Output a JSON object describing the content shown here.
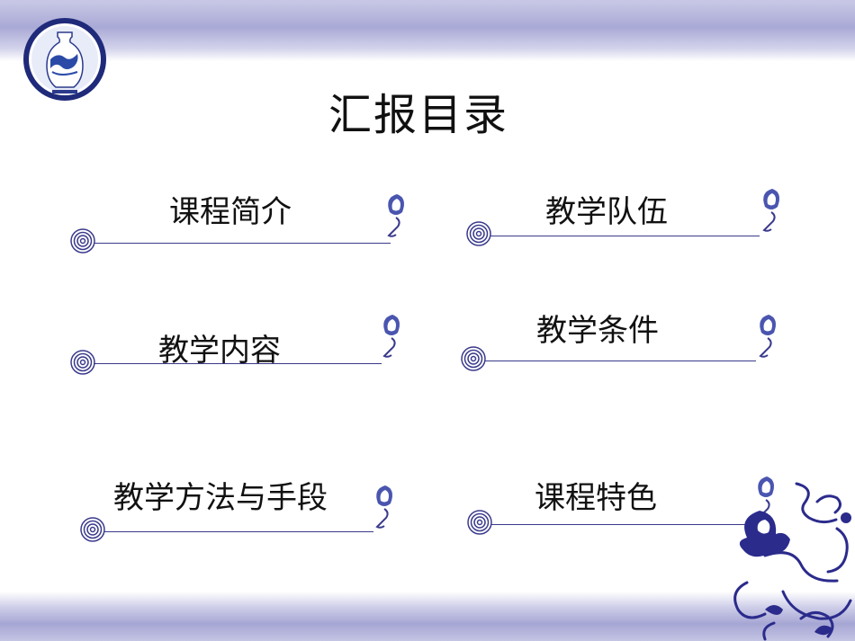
{
  "slide": {
    "title": "汇报目录",
    "colors": {
      "accent": "#2b2b8c",
      "band": "#a9a9d6"
    },
    "items": [
      {
        "label": "课程简介"
      },
      {
        "label": "教学队伍"
      },
      {
        "label": "教学内容"
      },
      {
        "label": "教学条件"
      },
      {
        "label": "教学方法与手段"
      },
      {
        "label": "课程特色"
      }
    ]
  }
}
